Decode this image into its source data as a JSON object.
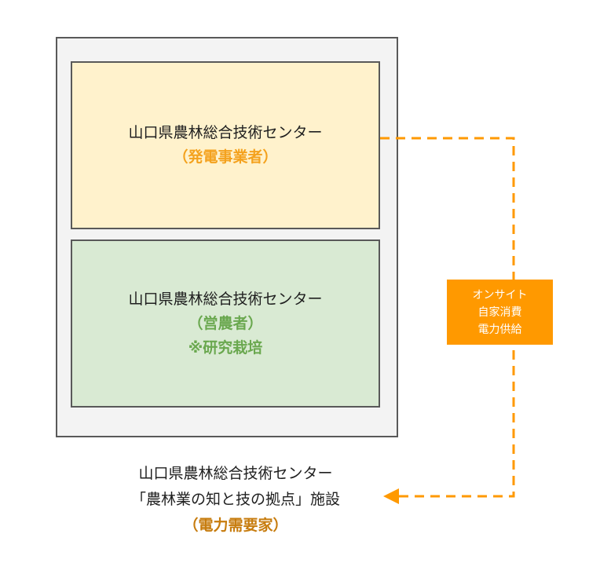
{
  "generator": {
    "name": "山口県農林総合技術センター",
    "role": "（発電事業者）"
  },
  "farmer": {
    "name": "山口県農林総合技術センター",
    "role": "（営農者）",
    "note": "※研究栽培"
  },
  "consumer": {
    "name": "山口県農林総合技術センター",
    "facility": "「農林業の知と技の拠点」施設",
    "role": "（電力需要家）"
  },
  "supply_label": {
    "line1": "オンサイト",
    "line2": "自家消費",
    "line3": "電力供給"
  },
  "colors": {
    "generator_fill": "#fff2cc",
    "farmer_fill": "#d9ead3",
    "outer_fill": "#f3f3f3",
    "arrow": "#ff9900",
    "generator_role": "#f4a21e",
    "farmer_role": "#6aa84f",
    "consumer_role": "#c77c0e"
  }
}
